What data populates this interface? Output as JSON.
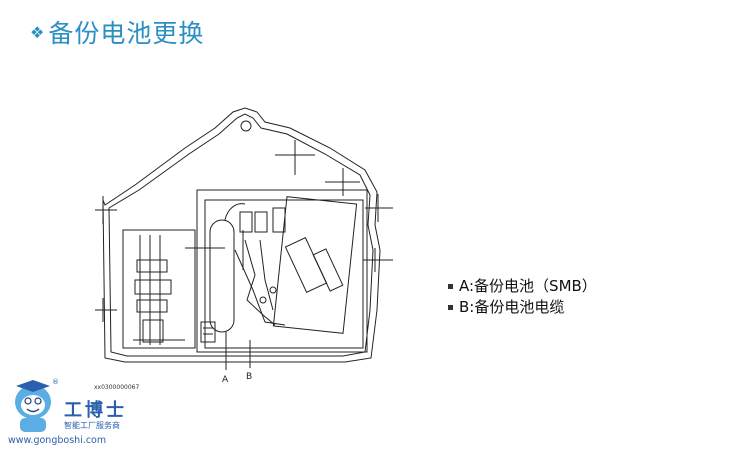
{
  "title": {
    "text": "备份电池更换",
    "bullet_icon": "diamond-bullet-icon"
  },
  "legend": [
    {
      "label": "A:备份电池（SMB）"
    },
    {
      "label": "B:备份电池电缆"
    }
  ],
  "diagram": {
    "label_a": "A",
    "label_b": "B",
    "part_code": "xx0300000067"
  },
  "watermark": {
    "brand": "工博士",
    "tagline": "智能工厂服务商",
    "url": "www.gongboshi.com",
    "registered": "®"
  },
  "colors": {
    "title": "#2b8fc4",
    "logo": "#2a5fae"
  }
}
